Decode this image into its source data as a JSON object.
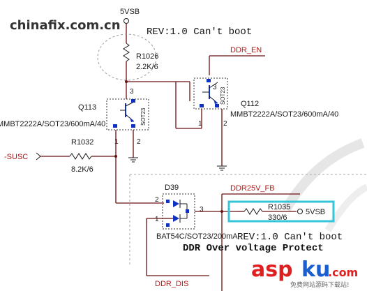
{
  "watermark_top": "chinafix.com.cn",
  "watermark_logo": {
    "asp": "asp",
    "ku": "ku",
    "com": ".com",
    "tagline": "免费网站源码下载站!"
  },
  "power": {
    "vsb_top": "5VSB",
    "vsb_right": "5VSB"
  },
  "notes": {
    "rev_top": "REV:1.0 Can't boot",
    "rev_bottom": "REV:1.0 Can't boot",
    "protect": "DDR Over voltage Protect"
  },
  "nets": {
    "ddr_en": "DDR_EN",
    "susc": "-SUSC",
    "ddr25v_fb": "DDR25V_FB",
    "ddr_dis": "DDR_DIS"
  },
  "components": {
    "r1026": {
      "ref": "R1026",
      "value": "2.2K/6"
    },
    "r1032": {
      "ref": "R1032",
      "value": "8.2K/6"
    },
    "r1035": {
      "ref": "R1035",
      "value": "330/6"
    },
    "q113": {
      "ref": "Q113",
      "part": "MMBT2222A/SOT23/600mA/40",
      "pkg": "SOT23"
    },
    "q112": {
      "ref": "Q112",
      "part": "MMBT2222A/SOT23/600mA/40",
      "pkg": "SOT23"
    },
    "d39": {
      "ref": "D39",
      "part": "BAT54C/SOT23/200mA"
    }
  },
  "pins": {
    "q113_c": "3",
    "q113_b": "1",
    "q113_e": "2",
    "q112_c": "3",
    "q112_b": "1",
    "q112_e": "2",
    "d39_a1": "2",
    "d39_a2": "1",
    "d39_k": "3"
  },
  "colors": {
    "wire": "#6a1010",
    "net_label": "#b01818",
    "highlight": "#35c4d8",
    "transistor_body": "#1030c0",
    "logo_red": "#e02020",
    "logo_blue": "#1a5fd0"
  }
}
